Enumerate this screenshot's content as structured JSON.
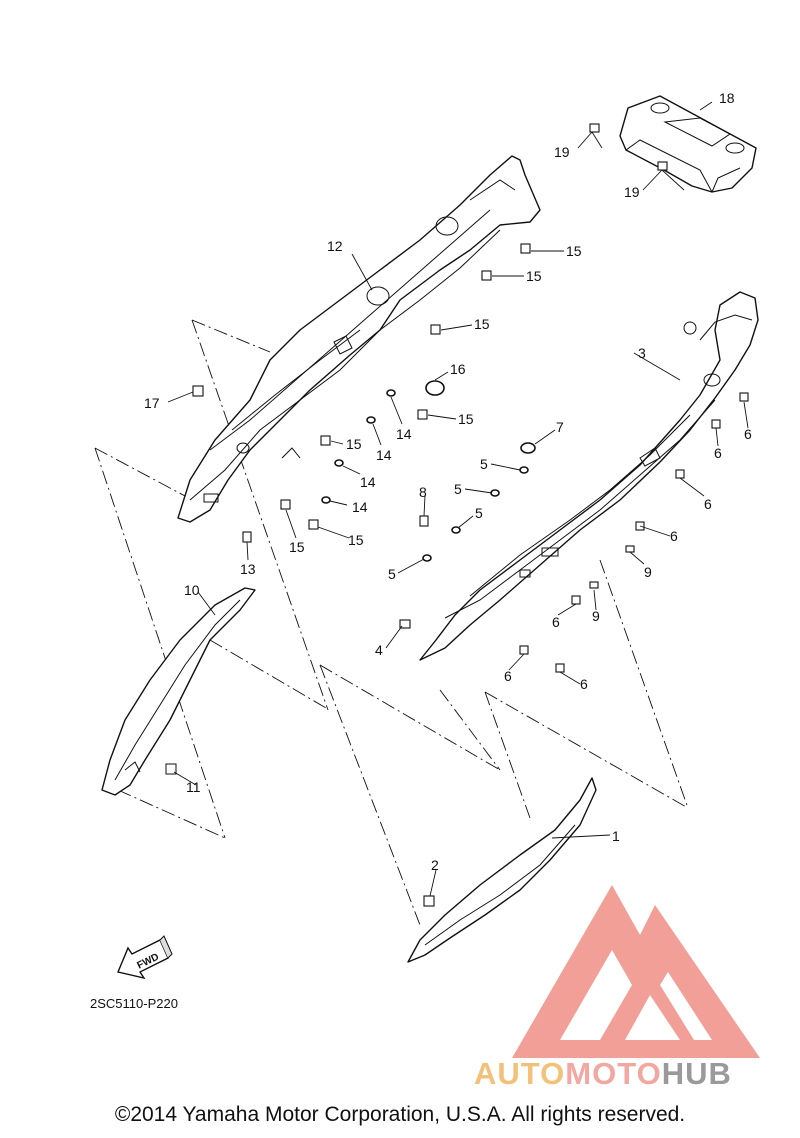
{
  "diagram": {
    "callouts": {
      "c1": "1",
      "c2": "2",
      "c3": "3",
      "c4": "4",
      "c5a": "5",
      "c5b": "5",
      "c5c": "5",
      "c5d": "5",
      "c6a": "6",
      "c6b": "6",
      "c6c": "6",
      "c6d": "6",
      "c6e": "6",
      "c6f": "6",
      "c6g": "6",
      "c7": "7",
      "c8": "8",
      "c9a": "9",
      "c9b": "9",
      "c10": "10",
      "c11": "11",
      "c12": "12",
      "c13": "13",
      "c14a": "14",
      "c14b": "14",
      "c14c": "14",
      "c14d": "14",
      "c15a": "15",
      "c15b": "15",
      "c15c": "15",
      "c15d": "15",
      "c15e": "15",
      "c15f": "15",
      "c15g": "15",
      "c16": "16",
      "c17": "17",
      "c18": "18",
      "c19a": "19",
      "c19b": "19"
    },
    "fwd_label": "FWD",
    "code": "2SC5110-P220"
  },
  "copyright": "©2014 Yamaha Motor Corporation, U.S.A. All rights reserved.",
  "watermark": {
    "part1": "AUTO",
    "part2": "MOTO",
    "part3": "HUB",
    "colors": {
      "auto": "#f2c27a",
      "moto": "#f2a8a0",
      "hub": "#9a9a9a",
      "logo": "#f08f87"
    }
  }
}
